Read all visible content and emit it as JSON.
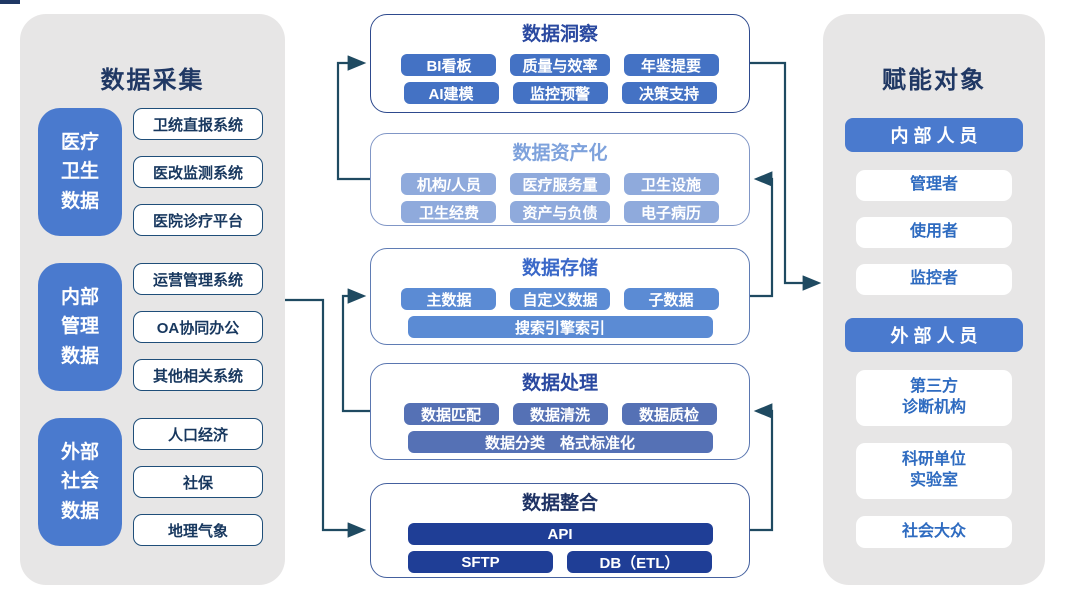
{
  "colors": {
    "connector": "#1f4a61",
    "panel_bg": "#e7e6e6",
    "panel_title": "#203864",
    "category_blue": "#4a7ace",
    "corner_mark": "#203864"
  },
  "left_panel": {
    "title": "数据采集",
    "groups": [
      {
        "category": "医疗\n卫生\n数据",
        "items": [
          "卫统直报系统",
          "医改监测系统",
          "医院诊疗平台"
        ]
      },
      {
        "category": "内部\n管理\n数据",
        "items": [
          "运营管理系统",
          "OA协同办公",
          "其他相关系统"
        ]
      },
      {
        "category": "外部\n社会\n数据",
        "items": [
          "人口经济",
          "社保",
          "地理气象"
        ]
      }
    ]
  },
  "pipeline": [
    {
      "title": "数据洞察",
      "title_color": "#2a49a0",
      "chip_color": "#4472c4",
      "border_color": "#2e4a8e",
      "rows": [
        [
          "BI看板",
          "质量与效率",
          "年鉴提要"
        ],
        [
          "AI建模",
          "监控预警",
          "决策支持"
        ]
      ]
    },
    {
      "title": "数据资产化",
      "title_color": "#7ea2dc",
      "chip_color": "#8faadc",
      "border_color": "#8096c6",
      "rows": [
        [
          "机构/人员",
          "医疗服务量",
          "卫生设施"
        ],
        [
          "卫生经费",
          "资产与负债",
          "电子病历"
        ]
      ]
    },
    {
      "title": "数据存储",
      "title_color": "#3a68c8",
      "chip_color": "#5b8bd4",
      "border_color": "#5f7cb4",
      "rows": [
        [
          "主数据",
          "自定义数据",
          "子数据"
        ],
        [
          "搜索引擎索引"
        ]
      ]
    },
    {
      "title": "数据处理",
      "title_color": "#2a49a0",
      "chip_color": "#5571b5",
      "border_color": "#5a76b0",
      "rows": [
        [
          "数据匹配",
          "数据清洗",
          "数据质检"
        ],
        [
          "数据分类　格式标准化"
        ]
      ]
    },
    {
      "title": "数据整合",
      "title_color": "#1e3264",
      "chip_color": "#1f3e96",
      "border_color": "#44609e",
      "rows": [
        [
          "API"
        ],
        [
          "SFTP",
          "DB（ETL）"
        ]
      ]
    }
  ],
  "right_panel": {
    "title": "赋能对象",
    "sections": [
      {
        "header": "内 部 人 员",
        "items": [
          "管理者",
          "使用者",
          "监控者"
        ]
      },
      {
        "header": "外 部 人 员",
        "items": [
          "第三方\n诊断机构",
          "科研单位\n实验室",
          "社会大众"
        ]
      }
    ]
  }
}
